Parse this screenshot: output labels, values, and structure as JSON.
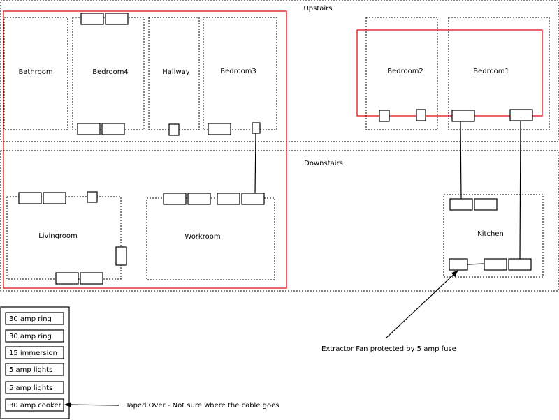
{
  "floors": {
    "upstairs": "Upstairs",
    "downstairs": "Downstairs"
  },
  "rooms": {
    "bathroom": "Bathroom",
    "bedroom4": "Bedroom4",
    "hallway": "Hallway",
    "bedroom3": "Bedroom3",
    "bedroom2": "Bedroom2",
    "bedroom1": "Bedroom1",
    "livingroom": "Livingroom",
    "workroom": "Workroom",
    "kitchen": "Kitchen"
  },
  "fuse_box": {
    "circuits": [
      "30 amp ring",
      "30 amp ring",
      "15 immersion",
      "5 amp lights",
      "5 amp lights",
      "30 amp cooker"
    ]
  },
  "annotations": {
    "extractor": "Extractor Fan protected by 5 amp fuse",
    "taped": "Taped Over - Not sure where the cable goes"
  },
  "colors": {
    "circuit_boundary": "#dd0000",
    "outline": "#000000"
  }
}
